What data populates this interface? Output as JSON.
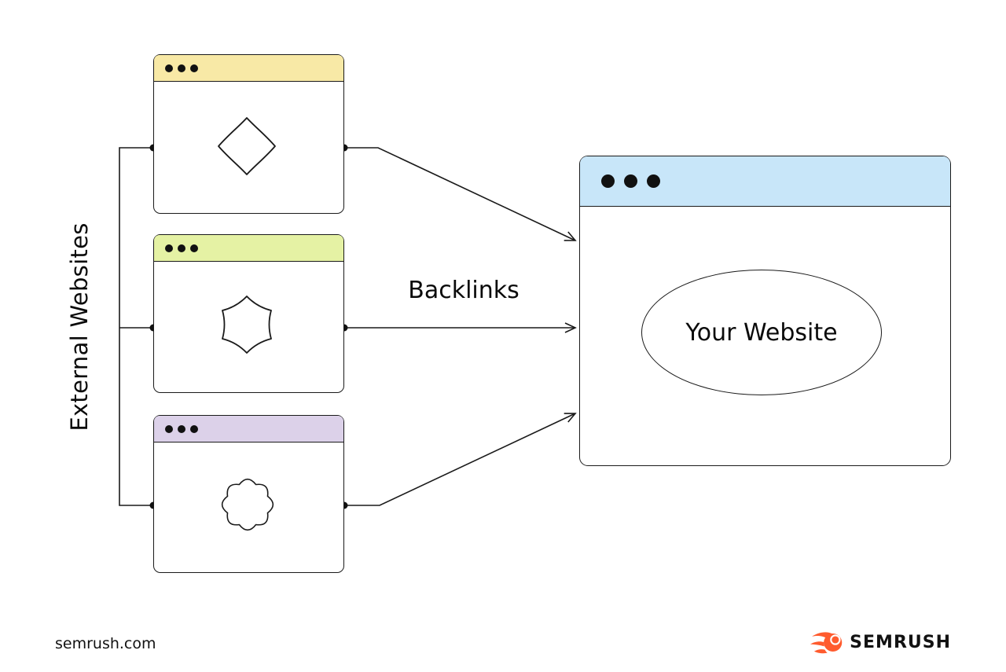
{
  "diagram": {
    "source_group": {
      "label": "External Websites",
      "windows": [
        {
          "name": "external-website-1",
          "titlebar_color": "#F8E9A6",
          "blob_shape": "rounded-diamond"
        },
        {
          "name": "external-website-2",
          "titlebar_color": "#E5F2A4",
          "blob_shape": "wavy-hexagon-star"
        },
        {
          "name": "external-website-3",
          "titlebar_color": "#DCD1E9",
          "blob_shape": "scalloped-flower"
        }
      ]
    },
    "arrows": {
      "label": "Backlinks",
      "count": 3
    },
    "target_window": {
      "label": "Your Website",
      "titlebar_color": "#C8E6F9"
    },
    "stroke_color": "#1a1a1a"
  },
  "footer": {
    "source_url": "semrush.com",
    "brand": {
      "name": "SEMRUSH",
      "icon": "semrush-fireball-icon",
      "icon_color": "#FF5B2E",
      "text_color": "#121212"
    }
  }
}
